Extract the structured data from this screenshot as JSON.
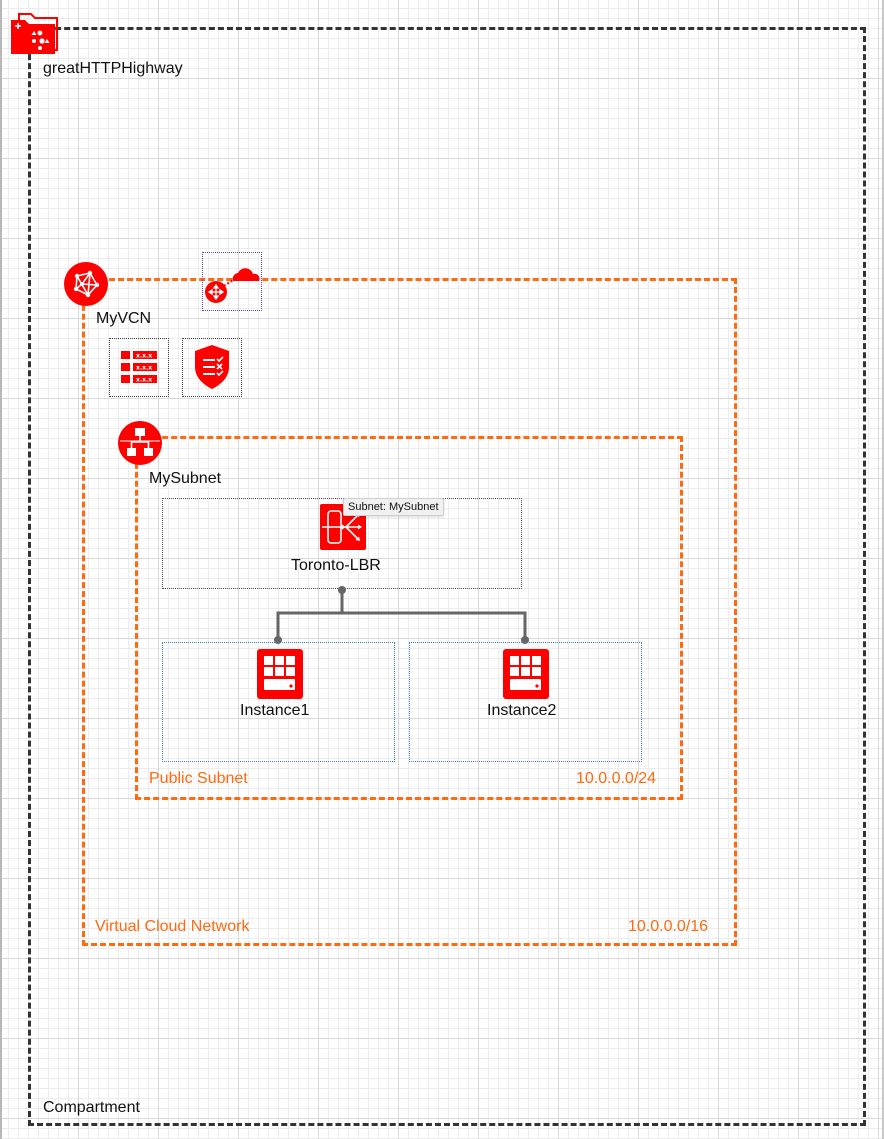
{
  "colors": {
    "oci_red": "#ff0000",
    "network_orange": "#ff6a10",
    "compartment_border": "#333333",
    "connector_gray": "#666666",
    "instance_box_blue": "#3a7bd5"
  },
  "compartment": {
    "name": "greatHTTPHighway",
    "type_label": "Compartment",
    "icon": "compartment-folder-icon"
  },
  "vcn": {
    "name": "MyVCN",
    "type_label": "Virtual Cloud Network",
    "cidr": "10.0.0.0/16",
    "icon": "vcn-icon",
    "attached": [
      {
        "name": "internet-gateway",
        "icon": "internet-gateway-icon"
      },
      {
        "name": "route-table",
        "icon": "route-table-icon"
      },
      {
        "name": "security-list",
        "icon": "security-list-icon"
      }
    ]
  },
  "subnet": {
    "name": "MySubnet",
    "type_label": "Public Subnet",
    "cidr": "10.0.0.0/24",
    "icon": "subnet-icon",
    "tooltip": "Subnet: MySubnet"
  },
  "load_balancer": {
    "name": "Toronto-LBR",
    "icon": "load-balancer-icon"
  },
  "instances": [
    {
      "name": "Instance1",
      "icon": "compute-instance-icon"
    },
    {
      "name": "Instance2",
      "icon": "compute-instance-icon"
    }
  ],
  "connections": [
    {
      "from": "Toronto-LBR",
      "to": "Instance1"
    },
    {
      "from": "Toronto-LBR",
      "to": "Instance2"
    }
  ]
}
